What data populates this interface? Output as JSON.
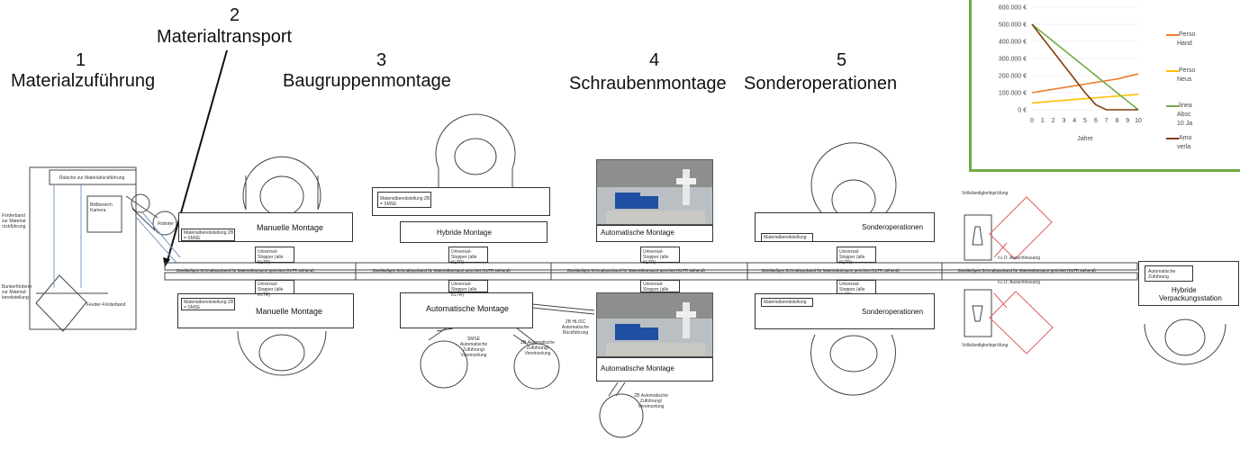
{
  "sections": [
    {
      "num": "1",
      "title": "Materialzuführung"
    },
    {
      "num": "2",
      "title": "Materialtransport"
    },
    {
      "num": "3",
      "title": "Baugruppenmontage"
    },
    {
      "num": "4",
      "title": "Schraubenmontage"
    },
    {
      "num": "5",
      "title": "Sonderoperationen"
    }
  ],
  "stations": {
    "manuelle_top": "Manuelle Montage",
    "manuelle_bottom": "Manuelle Montage",
    "hybride": "Hybride Montage",
    "automatische_3": "Automatische Montage",
    "automatische_4_top": "Automatische Montage",
    "automatische_4_bottom": "Automatische Montage",
    "sonder_top": "Sonderoperationen",
    "sonder_bottom": "Sonderoperationen",
    "hybride_verpackung_1": "Hybride",
    "hybride_verpackung_2": "Verpackungsstation"
  },
  "small_labels": {
    "rutsche": "Rutsche zur Materialrückführung",
    "foerderband_rueck": "Förderband zur Material-rückführung",
    "bildbereich": "Bildbereich Kamera",
    "roboter": "Roboter",
    "bunker": "Bunkerförderer zur Material-bereitstellung",
    "feeder": "Feeder-Förderband",
    "mat_zb1": "Materialbereitstellung ZB = SMSE",
    "mat_zb2": "Materialbereitstellung ZB = SMSE",
    "mat_zb3": "Materialbereitstellung ZB = SMSE",
    "mat_sonder_top": "Materialbereitstellung",
    "mat_sonder_bottom": "Materialbereitstellung",
    "stopper_text": "Universal-Stopper (alle KLTR)",
    "conveyor_text": "Zweiläufiges Schmalspurband für Materialtransport gerichtet (KLTR stehend)",
    "zb_rueck": "ZB HL/SC Automatische Rückführung",
    "smse_auto": "SMSE Automatische Zuführung/ Vereinzelung",
    "zb_auto1": "ZB Automatische Zuführung/ Vereinzelung",
    "zb_auto2": "ZB Automatische Zuführung/ Vereinzelung",
    "vollst_top": "Vollständigkeitsprüfung",
    "vollst_bottom": "Vollständigkeitsprüfung",
    "nio_top": "n.i.O. Ausschleusung",
    "nio_bottom": "n.i.O. Ausschleusung",
    "auto_zufuehrung": "Automatische Zuführung"
  },
  "chart_data": {
    "type": "line",
    "xlabel": "Jahre",
    "ylabel": "",
    "x": [
      0,
      1,
      2,
      3,
      4,
      5,
      6,
      7,
      8,
      9,
      10
    ],
    "yticks": [
      "0 €",
      "100.000 €",
      "200.000 €",
      "300.000 €",
      "400.000 €",
      "500.000 €",
      "600.000 €"
    ],
    "ylim": [
      0,
      600000
    ],
    "series": [
      {
        "name": "Perso… Hand…",
        "color": "#ed7d31",
        "values": [
          100000,
          110000,
          120000,
          130000,
          140000,
          150000,
          160000,
          170000,
          180000,
          195000,
          210000
        ]
      },
      {
        "name": "Perso… Neus…",
        "color": "#ffc000",
        "values": [
          40000,
          45000,
          50000,
          55000,
          60000,
          65000,
          70000,
          75000,
          80000,
          85000,
          90000
        ]
      },
      {
        "name": "linea… Absc… 10 Ja…",
        "color": "#70ad47",
        "values": [
          500000,
          450000,
          400000,
          350000,
          300000,
          250000,
          200000,
          150000,
          100000,
          50000,
          0
        ]
      },
      {
        "name": "Amo… verla…",
        "color": "#843c0c",
        "values": [
          500000,
          420000,
          340000,
          260000,
          180000,
          100000,
          30000,
          0,
          0,
          0,
          0
        ]
      }
    ],
    "legend_lines": [
      [
        "Perso",
        "Hand"
      ],
      [
        "Perso",
        "Neus"
      ],
      [
        "linea",
        "Absc",
        "10 Ja"
      ],
      [
        "Amo",
        "verla"
      ]
    ],
    "border_color": "#70ad47"
  }
}
